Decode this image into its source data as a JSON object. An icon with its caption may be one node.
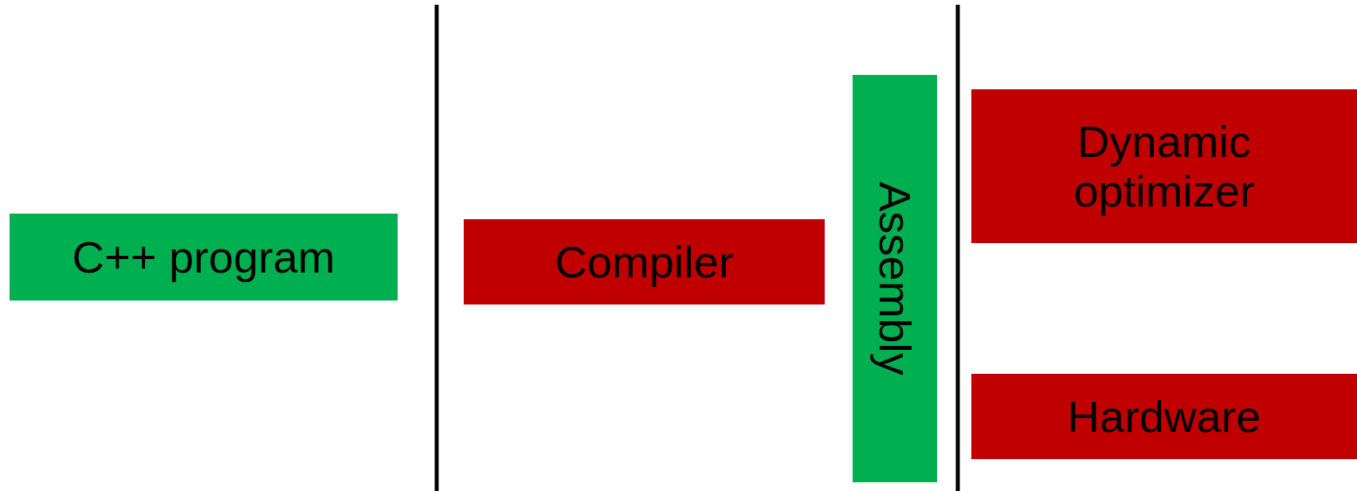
{
  "diagram": {
    "nodes": [
      {
        "text": [
          "C++ program"
        ]
      },
      {
        "text": [
          "Compiler"
        ]
      },
      {
        "text": [
          "Assembly"
        ]
      },
      {
        "text": [
          "Dynamic optimizer"
        ]
      },
      {
        "text": [
          "Hardware"
        ]
      }
    ]
  }
}
